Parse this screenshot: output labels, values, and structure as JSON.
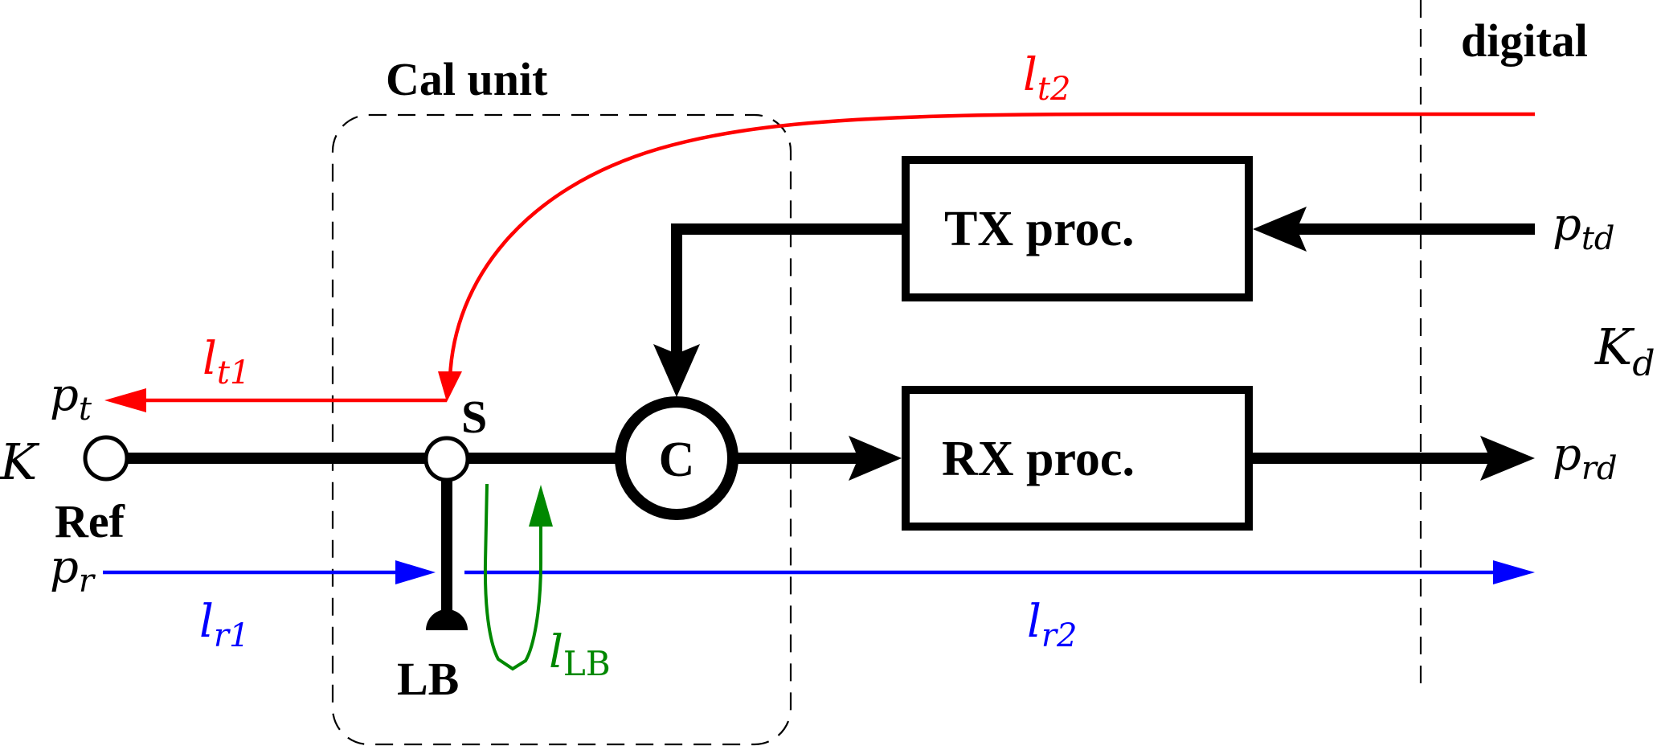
{
  "regions": {
    "cal_unit_label": "Cal unit",
    "digital_label": "digital"
  },
  "blocks": {
    "tx": "TX proc.",
    "rx": "RX proc.",
    "combiner": "C"
  },
  "nodes": {
    "ref_label": "Ref",
    "switch_label": "S",
    "loopback_label": "LB"
  },
  "ports": {
    "K": {
      "main": "K",
      "sub": ""
    },
    "Kd": {
      "main": "K",
      "sub": "d"
    },
    "pt": {
      "main": "p",
      "sub": "t"
    },
    "pr": {
      "main": "p",
      "sub": "r"
    },
    "ptd": {
      "main": "p",
      "sub": "td"
    },
    "prd": {
      "main": "p",
      "sub": "rd"
    }
  },
  "paths": {
    "lt1": {
      "main": "l",
      "sub": "t1",
      "color": "#ff0000"
    },
    "lt2": {
      "main": "l",
      "sub": "t2",
      "color": "#ff0000"
    },
    "lr1": {
      "main": "l",
      "sub": "r1",
      "color": "#0000ff"
    },
    "lr2": {
      "main": "l",
      "sub": "r2",
      "color": "#0000ff"
    },
    "lLB": {
      "main": "l",
      "sub": "LB",
      "color": "#008800"
    }
  }
}
